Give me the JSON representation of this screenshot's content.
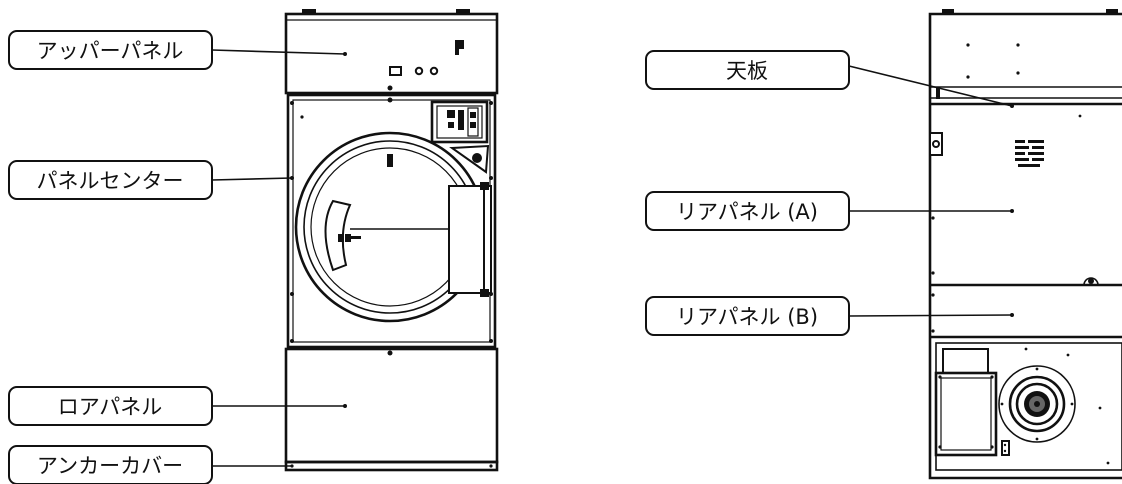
{
  "labels": {
    "upper_panel": "アッパーパネル",
    "panel_center": "パネルセンター",
    "lower_panel": "ロアパネル",
    "anchor_cover": "アンカーカバー",
    "top_plate": "天板",
    "rear_panel_a": "リアパネル (A)",
    "rear_panel_b": "リアパネル (B)"
  },
  "colors": {
    "line": "#111111",
    "background": "#ffffff"
  },
  "icons": {
    "front_view": "dryer-front-view-drawing",
    "rear_view": "dryer-rear-view-drawing"
  }
}
